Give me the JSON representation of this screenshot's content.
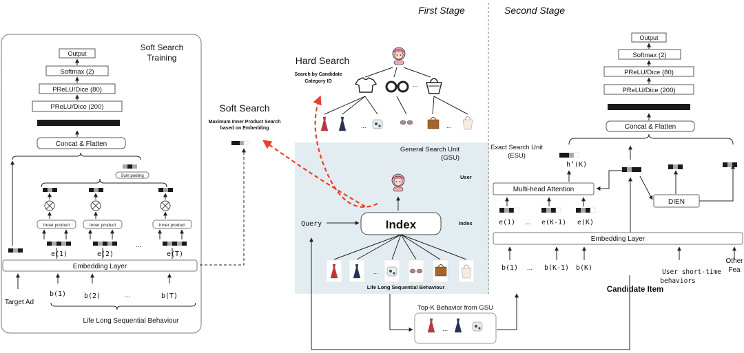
{
  "headings": {
    "first_stage": "First Stage",
    "second_stage": "Second Stage",
    "soft_search_training": [
      "Soft Search",
      "Training"
    ],
    "hard_search": "Hard Search",
    "hard_search_sub": [
      "Search by Candidate",
      "Category ID"
    ],
    "soft_search": "Soft Search",
    "soft_search_sub": [
      "Maximum Inner Product Search",
      "based on Embedding"
    ],
    "gsu": [
      "General Search Unit",
      "(GSU)"
    ],
    "esu": [
      "Exact Search Unit",
      "(ESU)"
    ],
    "user": "User",
    "index_side": "Index",
    "index": "Index",
    "query": "Query",
    "life_long_gsu": "Life Long Sequential Behaviour",
    "topk": "Top-K Behavior from GSU",
    "ellipsis": "..."
  },
  "left": {
    "output": "Output",
    "softmax": "Softmax (2)",
    "prelu80": "PReLU/Dice (80)",
    "prelu200": "PReLU/Dice (200)",
    "concat": "Concat & Flatten",
    "sum_pooling": "Sum pooling",
    "inner_product": "Inner product",
    "e_labels": [
      "e(1)",
      "e(2)",
      "...",
      "e(T)"
    ],
    "embedding": "Embedding Layer",
    "target_ad": "Target Ad",
    "b_labels": [
      "b(1)",
      "b(2)",
      "...",
      "b(T)"
    ],
    "life_long": "Life Long Sequential Behaviour"
  },
  "right": {
    "output": "Output",
    "softmax": "Softmax (2)",
    "prelu80": "PReLU/Dice (80)",
    "prelu200": "PReLU/Dice (200)",
    "concat": "Concat & Flatten",
    "hk": "h’(K)",
    "mha": "Multi-head Attention",
    "dien": "DIEN",
    "e_labels": [
      "e(1)",
      "...",
      "e(K-1)",
      "e(K)"
    ],
    "embedding": "Embedding Layer",
    "b_labels": [
      "b(1)",
      "...",
      "b(K-1)",
      "b(K)"
    ],
    "user_short": [
      "User short-time",
      "behaviors"
    ],
    "other_fea": [
      "Other",
      "Fea"
    ],
    "candidate": "Candidate Item"
  },
  "colors": {
    "gsu_bg": "#e3ecf0",
    "red_arrow": "#e8412a",
    "dress_red": "#c8323a",
    "avatar_pink": "#f2a3b8",
    "bag_brown": "#a5642a"
  }
}
